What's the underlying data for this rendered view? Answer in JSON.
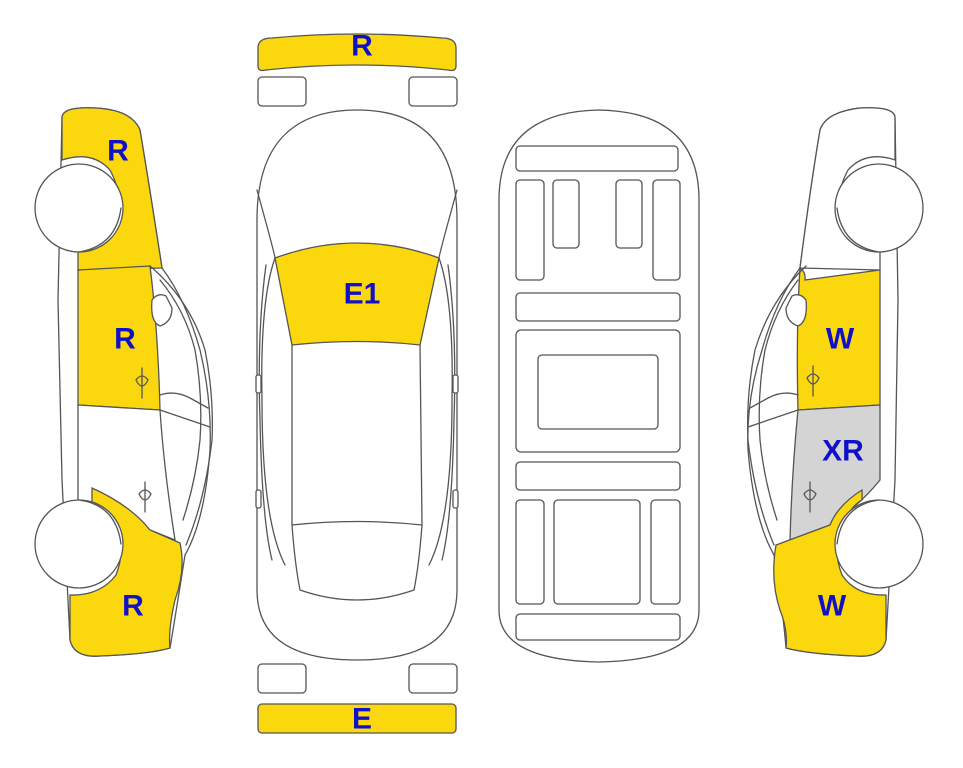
{
  "colors": {
    "yellow": "#fbd80e",
    "grey": "#d4d4d4",
    "white": "#ffffff",
    "label": "#1010c8",
    "outline": "#555555"
  },
  "panels": {
    "rear_bumper_top": {
      "code": "R",
      "color": "yellow"
    },
    "windshield": {
      "code": "E1",
      "color": "yellow"
    },
    "front_bumper_bottom": {
      "code": "E",
      "color": "yellow"
    },
    "left_rear_fender": {
      "code": "R",
      "color": "yellow"
    },
    "left_rear_door": {
      "code": "R",
      "color": "yellow"
    },
    "left_front_door": {
      "code": "",
      "color": "white"
    },
    "left_front_fender": {
      "code": "R",
      "color": "yellow"
    },
    "right_rear_fender": {
      "code": "",
      "color": "white"
    },
    "right_rear_door": {
      "code": "W",
      "color": "yellow"
    },
    "right_front_door": {
      "code": "XR",
      "color": "grey"
    },
    "right_front_fender": {
      "code": "W",
      "color": "yellow"
    }
  }
}
